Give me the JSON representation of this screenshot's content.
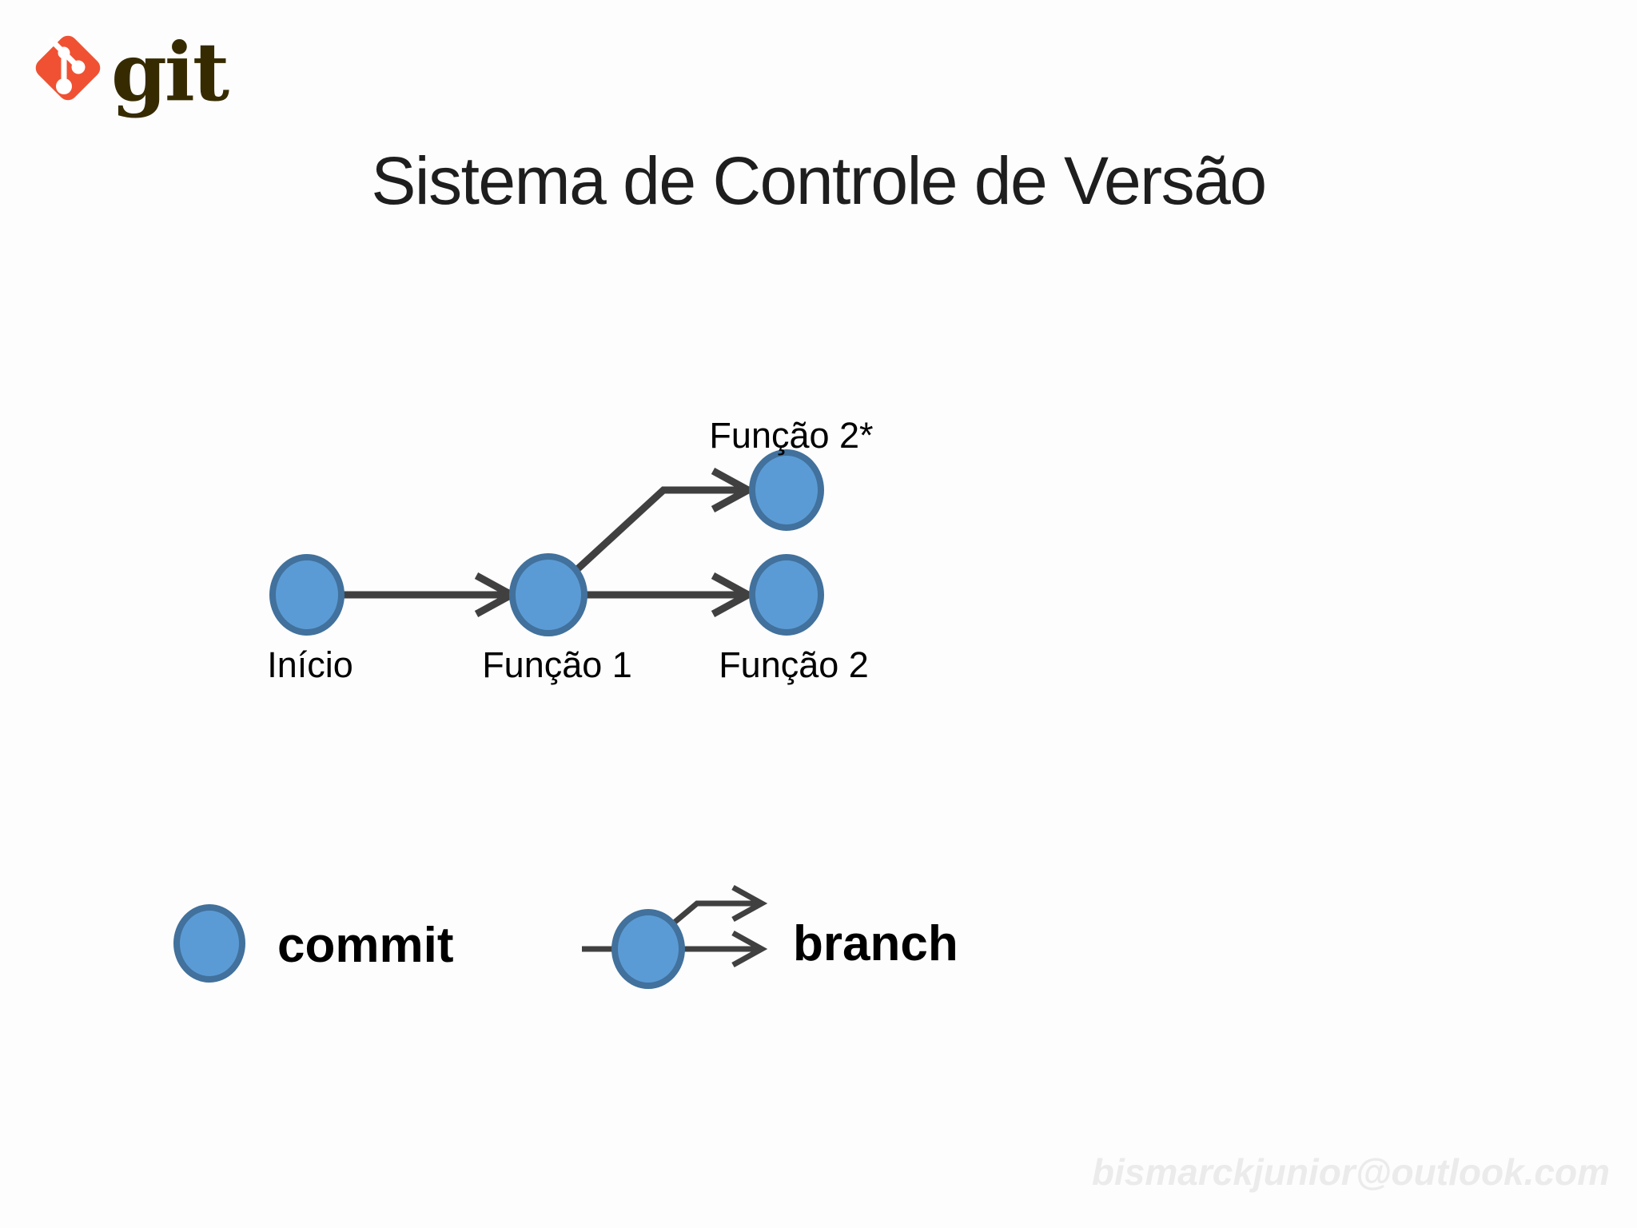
{
  "theme": {
    "bg": "#fdfdfd",
    "red": "#f05133",
    "git_text": "#362b00",
    "node_fill": "#5b9bd5",
    "node_border": "#41719c",
    "arrow": "#404040",
    "title_color": "#1e1e1e",
    "label_color": "#000000",
    "watermark_color": "#ebebeb"
  },
  "logo": {
    "wordmark": "git"
  },
  "title": "Sistema de Controle de Versão",
  "diagram": {
    "nodes": [
      {
        "label": "Início"
      },
      {
        "label": "Função 1"
      },
      {
        "label": "Função 2"
      },
      {
        "label": "Função 2*"
      }
    ]
  },
  "legend": {
    "commit": "commit",
    "branch": "branch"
  },
  "watermark": "bismarckjunior@outlook.com"
}
